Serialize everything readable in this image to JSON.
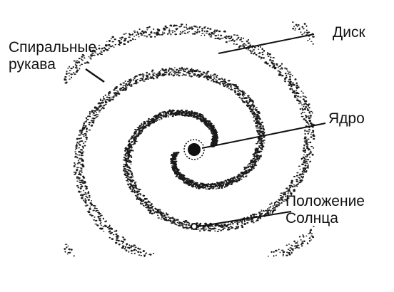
{
  "labels": {
    "spiral_arms": "Спиральные рукава",
    "disk": "Диск",
    "core": "Ядро",
    "sun_position": "Положение Солнца"
  },
  "colors": {
    "ink": "#111111",
    "background": "#ffffff"
  }
}
